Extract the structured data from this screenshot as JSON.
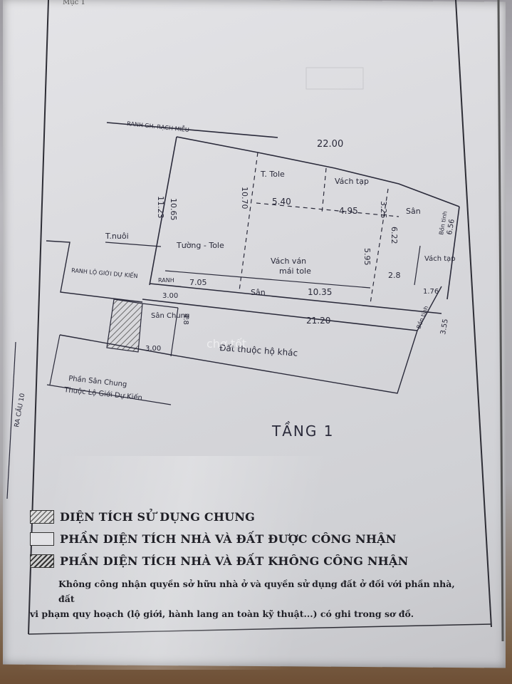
{
  "header": {
    "top_text": "Mục 1"
  },
  "drawing": {
    "title": "TẦNG 1",
    "labels": {
      "ranh_gh": "RANH GH. RẠCH MIỄU",
      "top_width": "22.00",
      "t_tole_1": "T. Tole",
      "vach_tap_1": "Vách tạp",
      "san_1": "Sân",
      "dim_540": "5.40",
      "dim_495": "4.95",
      "dim_325": "3.25",
      "dim_1070": "10.70",
      "dim_1065": "10.65",
      "dim_1123": "11.23",
      "t_nuoi": "T.nuôi",
      "tuong_tole": "Tường - Tole",
      "vach_van": "Vách ván",
      "mai_tole": "mái tole",
      "dim_595": "5.95",
      "dim_622": "6.22",
      "dim_28": "2.8",
      "ban_tinh_1": "Bồn tinh",
      "dim_656": "6.56",
      "vach_tap_2": "Vách tạp",
      "dim_176": "1.76",
      "ranh_lo_gioi": "RANH LỘ GIỚI DỰ KIẾN",
      "ranh_2": "RANH",
      "dim_705": "7.05",
      "dim_300a": "3.00",
      "dim_1035": "10.35",
      "san_2": "Sân",
      "dim_2120": "21.20",
      "ban_tinh_2": "Bồn tinh",
      "dim_355": "3.55",
      "san_chung": "Sân Chung",
      "dim_48": "4.8",
      "dim_300b": "3.00",
      "dat_thuoc": "Đất thuộc hộ khác",
      "phan_san": "Phần Sân Chung",
      "thuoc_lo": "Thuộc Lộ Giới Dự Kiến",
      "hem": "RA CẦU 10",
      "watermark": "chợ tốt"
    }
  },
  "legend": {
    "items": [
      {
        "label": "DIỆN TÍCH SỬ DỤNG CHUNG"
      },
      {
        "label": "PHẦN DIỆN TÍCH NHÀ VÀ ĐẤT ĐƯỢC CÔNG NHẬN"
      },
      {
        "label": "PHẦN DIỆN TÍCH NHÀ VÀ ĐẤT KHÔNG CÔNG NHẬN"
      }
    ],
    "note": "Không công nhận quyền sở hữu nhà ở và quyền sử dụng đất ở đối với phần nhà, đất",
    "note_rest": "vi phạm quy hoạch (lộ giới, hành lang an toàn kỹ thuật...) có ghi trong sơ đồ."
  },
  "colors": {
    "ink": "#2a2a3a",
    "paper": "#dcdce0",
    "desk": "#7b6249"
  }
}
